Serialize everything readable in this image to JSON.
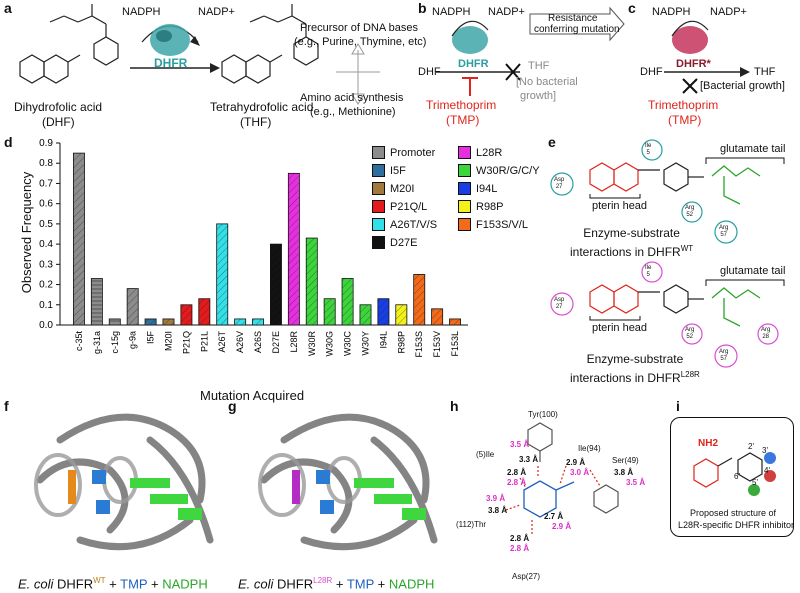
{
  "panels": {
    "a": "a",
    "b": "b",
    "c": "c",
    "d": "d",
    "e": "e",
    "f": "f",
    "g": "g",
    "h": "h",
    "i": "i"
  },
  "a": {
    "nadph": "NADPH",
    "nadp": "NADP+",
    "enzyme": "DHFR",
    "dhf_name": "Dihydrofolic acid",
    "dhf_abbr": "(DHF)",
    "thf_name": "Tetrahydrofolic acid",
    "thf_abbr": "(THF)",
    "precursor": "Precursor of DNA bases",
    "precursor_eg": "(e.g., Purine, Thymine, etc)",
    "amino": "Amino acid synthesis",
    "amino_eg": "(e.g., Methionine)"
  },
  "b": {
    "nadph": "NADPH",
    "nadp": "NADP+",
    "dhf": "DHF",
    "enzyme": "DHFR",
    "thf": "THF",
    "no_growth": "[No bacterial",
    "no_growth2": "growth]",
    "drug": "Trimethoprim",
    "drug_abbr": "(TMP)",
    "mutation": "Resistance",
    "mutation2": "conferring mutation"
  },
  "c": {
    "nadph": "NADPH",
    "nadp": "NADP+",
    "dhf": "DHF",
    "enzyme": "DHFR*",
    "thf": "THF",
    "growth": "[Bacterial growth]",
    "drug": "Trimethoprim",
    "drug_abbr": "(TMP)"
  },
  "chart_data": {
    "type": "bar",
    "ylabel": "Observed Frequency",
    "xlabel": "Mutation Acquired",
    "ylim": [
      0,
      0.9
    ],
    "yticks": [
      "0.0",
      "0.1",
      "0.2",
      "0.3",
      "0.4",
      "0.5",
      "0.6",
      "0.7",
      "0.8",
      "0.9"
    ],
    "categories": [
      "c-35t",
      "g-31a",
      "c-15g",
      "g-9a",
      "I5F",
      "M20I",
      "P21Q",
      "P21L",
      "A26T",
      "A26V",
      "A26S",
      "D27E",
      "L28R",
      "W30R",
      "W30G",
      "W30C",
      "W30Y",
      "I94L",
      "R98P",
      "F153S",
      "F153V",
      "F153L"
    ],
    "values": [
      0.85,
      0.23,
      0.03,
      0.18,
      0.03,
      0.03,
      0.1,
      0.13,
      0.5,
      0.03,
      0.03,
      0.4,
      0.75,
      0.43,
      0.13,
      0.23,
      0.1,
      0.13,
      0.1,
      0.25,
      0.08,
      0.03
    ],
    "groups": [
      "Promoter",
      "Promoter",
      "Promoter",
      "Promoter",
      "I5F",
      "M20I",
      "P21Q/L",
      "P21Q/L",
      "A26T/V/S",
      "A26T/V/S",
      "A26T/V/S",
      "D27E",
      "L28R",
      "W30R/G/C/Y",
      "W30R/G/C/Y",
      "W30R/G/C/Y",
      "W30R/G/C/Y",
      "I94L",
      "R98P",
      "F153S/V/L",
      "F153S/V/L",
      "F153S/V/L"
    ],
    "legend": [
      {
        "name": "Promoter",
        "color": "#8c8c8c"
      },
      {
        "name": "I5F",
        "color": "#2e6f9e"
      },
      {
        "name": "M20I",
        "color": "#a07a3c"
      },
      {
        "name": "P21Q/L",
        "color": "#e41a1c"
      },
      {
        "name": "A26T/V/S",
        "color": "#33e0e8"
      },
      {
        "name": "D27E",
        "color": "#111111"
      },
      {
        "name": "L28R",
        "color": "#e82fe0"
      },
      {
        "name": "W30R/G/C/Y",
        "color": "#3cd63c"
      },
      {
        "name": "I94L",
        "color": "#1a3ee6"
      },
      {
        "name": "R98P",
        "color": "#f2f21a"
      },
      {
        "name": "F153S/V/L",
        "color": "#f26a1a"
      }
    ]
  },
  "e": {
    "glutamate": "glutamate tail",
    "pterin": "pterin head",
    "wt_caption": "Enzyme-substrate",
    "wt_caption2": "interactions in DHFR",
    "wt_sup": "WT",
    "mut_sup": "L28R",
    "ile": "Ile",
    "ile_n": "5",
    "asp": "Asp",
    "asp_n": "27",
    "arg": "Arg",
    "arg52": "52",
    "arg57": "57",
    "arg28": "28"
  },
  "f": {
    "prefix": "E. coli",
    "enzyme": " DHFR",
    "sup": "WT",
    "tmp": "TMP",
    "nadph": "NADPH",
    "plus": " + "
  },
  "g": {
    "prefix": "E. coli",
    "enzyme": " DHFR",
    "sup": "L28R",
    "tmp": "TMP",
    "nadph": "NADPH",
    "plus": " + "
  },
  "h": {
    "tyr": "Tyr(100)",
    "ile94": "Ile(94)",
    "ile5": "(5)Ile",
    "ser": "Ser(49)",
    "thr": "(112)Thr",
    "asp": "Asp(27)",
    "d1": "3.3 Å",
    "d2": "3.5 Å",
    "d3": "2.8 Å",
    "d4": "2.8 Å",
    "d5": "2.9 Å",
    "d6": "3.0 Å",
    "d7": "3.8 Å",
    "d8": "3.5 Å",
    "d9": "3.9 Å",
    "d10": "3.8 Å",
    "d11": "2.7 Å",
    "d12": "2.9 Å",
    "d13": "2.8 Å",
    "d14": "2.8 Å"
  },
  "i": {
    "nh2": "NH2",
    "caption": "Proposed structure of",
    "caption2": "L28R-specific DHFR inhibitor",
    "p2": "2'",
    "p3": "3'",
    "p4": "4'",
    "p5": "5'",
    "p6": "6'"
  }
}
